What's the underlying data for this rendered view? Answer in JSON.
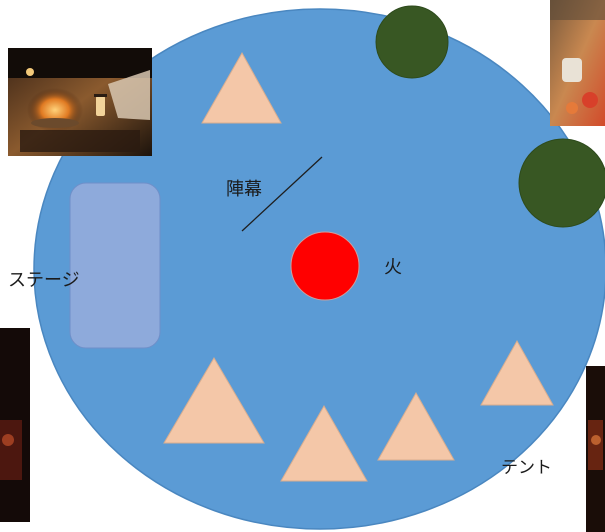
{
  "labels": {
    "curtain": "陣幕",
    "fire": "火",
    "stage": "ステージ",
    "tent": "テント"
  },
  "colors": {
    "ground": "#5b9bd5",
    "ground_edge": "#4a87c0",
    "stage": "#8eaadb",
    "fire": "#ff0000",
    "tent": "#f4c7a8",
    "tree": "#385723",
    "photo_dark": "#1a120c",
    "photo_warm": "#e7a25a"
  },
  "icons": {
    "tents": "triangle-tent-icon",
    "trees": "tree-circle-icon",
    "fire": "campfire-circle-icon"
  }
}
